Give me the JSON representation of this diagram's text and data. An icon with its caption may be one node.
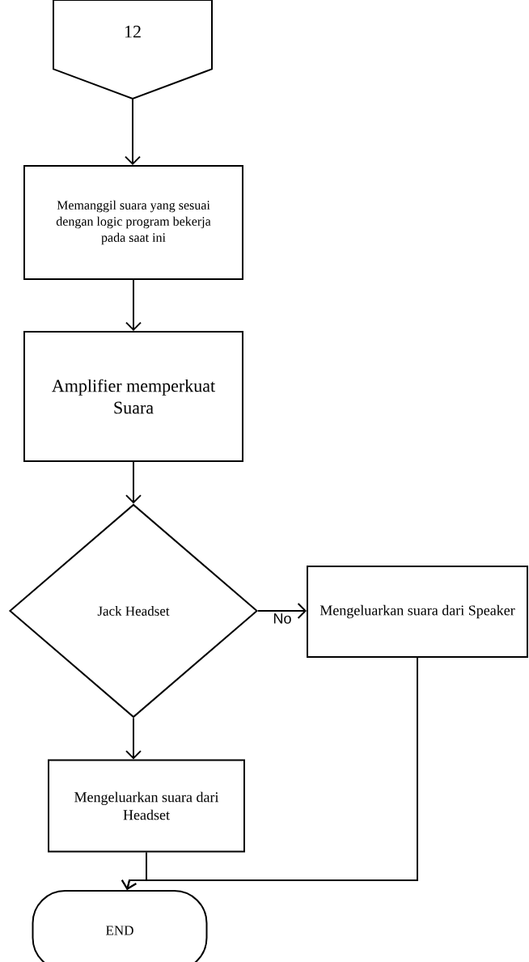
{
  "diagram": {
    "nodes": [
      {
        "text": [
          "12"
        ]
      },
      {
        "text": [
          "Memanggil suara yang sesuai dengan logic program bekerja pada saat ini"
        ]
      },
      {
        "text": [
          "Amplifier memperkuat Suara"
        ]
      },
      {
        "text": [
          "Jack Headset"
        ]
      },
      {
        "text": [
          "Mengeluarkan suara dari Speaker"
        ]
      },
      {
        "text": [
          "Mengeluarkan suara dari Headset"
        ]
      },
      {
        "text": [
          "END"
        ]
      }
    ],
    "edges": [
      {
        "from": 0,
        "to": 1,
        "arrow": "to"
      },
      {
        "from": 1,
        "to": 2,
        "arrow": "to"
      },
      {
        "from": 2,
        "to": 3,
        "arrow": "to"
      },
      {
        "from": 3,
        "to": 4,
        "arrow": "to",
        "label": "No"
      },
      {
        "from": 3,
        "to": 5,
        "arrow": "to"
      },
      {
        "from": 5,
        "to": 6,
        "arrow": "to"
      },
      {
        "from": 4,
        "to": 6,
        "arrow": "to"
      }
    ]
  }
}
